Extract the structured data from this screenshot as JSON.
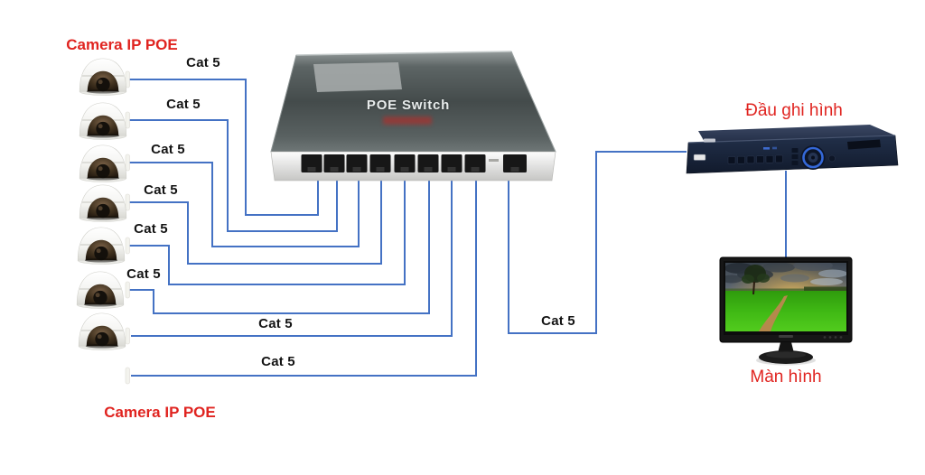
{
  "diagram_type": "poe-cctv-network-topology",
  "labels": {
    "camera_group_top": "Camera IP POE",
    "camera_group_bottom": "Camera IP POE",
    "poe_switch": "POE Switch",
    "dvr": "Đầu ghi hình",
    "monitor": "Màn hình"
  },
  "colors": {
    "cable_blue": "#4472C4",
    "label_red": "#E02420",
    "label_black": "#141414",
    "switch_body_gray": "#474E4E",
    "dvr_navy": "#1B2538"
  },
  "connections": [
    {
      "from": "camera-1",
      "to": "switch-port-1",
      "label": "Cat 5"
    },
    {
      "from": "camera-2",
      "to": "switch-port-2",
      "label": "Cat 5"
    },
    {
      "from": "camera-3",
      "to": "switch-port-3",
      "label": "Cat 5"
    },
    {
      "from": "camera-4",
      "to": "switch-port-4",
      "label": "Cat 5"
    },
    {
      "from": "camera-5",
      "to": "switch-port-5",
      "label": "Cat 5"
    },
    {
      "from": "camera-6",
      "to": "switch-port-6",
      "label": "Cat 5"
    },
    {
      "from": "camera-7",
      "to": "switch-port-7",
      "label": "Cat 5"
    },
    {
      "from": "camera-8",
      "to": "switch-port-8",
      "label": "Cat 5"
    },
    {
      "from": "switch-uplink-port",
      "to": "dvr",
      "label": "Cat 5"
    },
    {
      "from": "dvr",
      "to": "monitor",
      "label": ""
    }
  ]
}
